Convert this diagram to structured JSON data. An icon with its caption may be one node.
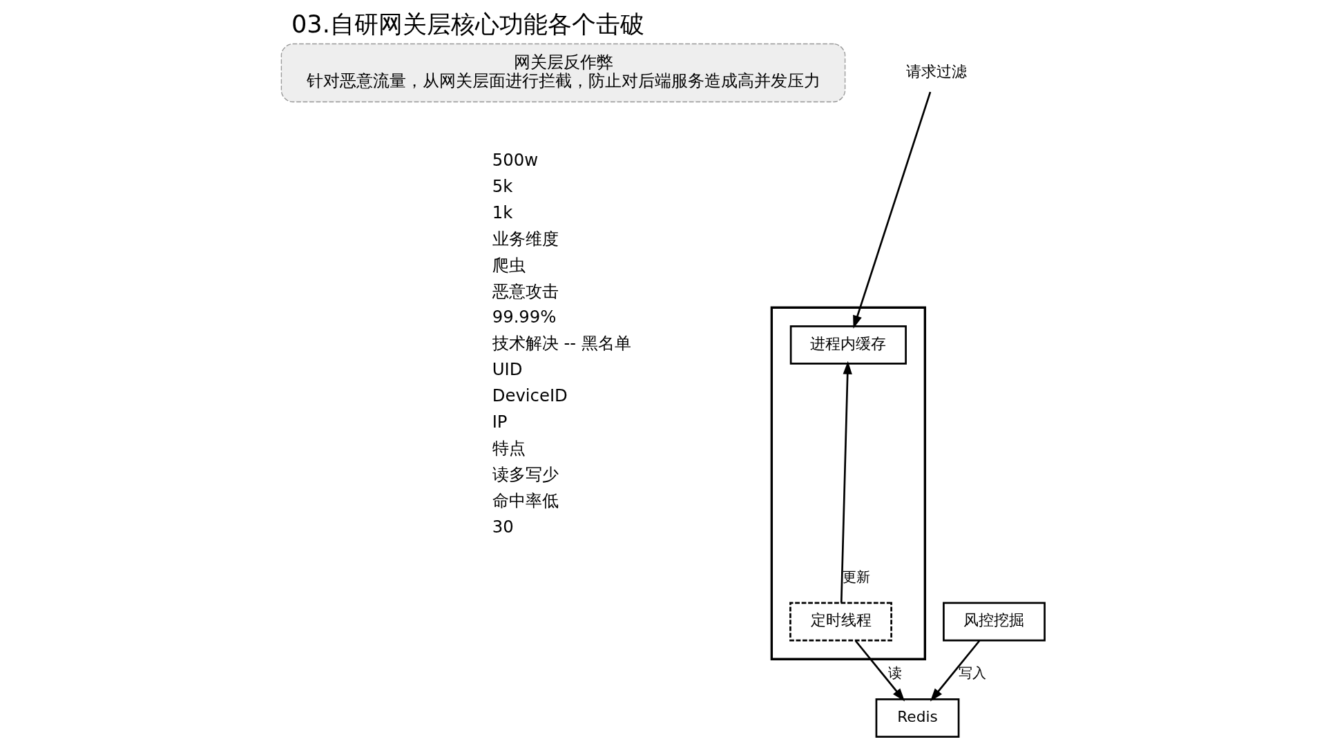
{
  "diagram": {
    "title": "03.自研网关层核心功能各个击破",
    "nodes": [
      {
        "text": [
          "网关层反作弊",
          "针对恶意流量，从网关层面进行拦截，防止对后端服务造成高并发压力"
        ]
      },
      {
        "text": [
          "请求过滤"
        ]
      },
      {
        "text": [],
        "shape": "box"
      },
      {
        "text": [
          "进程内缓存"
        ],
        "in": 2
      },
      {
        "text": [
          "定时线程"
        ],
        "in": 2
      },
      {
        "text": [
          "风控挖掘"
        ]
      },
      {
        "text": [
          "Redis"
        ]
      }
    ],
    "edges": [
      {
        "from": 1,
        "to": 3,
        "arrow": "to"
      },
      {
        "from": 4,
        "to": 3,
        "arrow": "to",
        "label": "更新"
      },
      {
        "from": 5,
        "to": 6,
        "arrow": "to",
        "label": "写入"
      },
      {
        "from": 4,
        "to": 6,
        "arrow": "to",
        "label": "读"
      }
    ],
    "labels": [
      "500w",
      "5k",
      "1k",
      "业务维度",
      "爬虫",
      "恶意攻击",
      "99.99%",
      "技术解决 -- 黑名单",
      "UID",
      "DeviceID",
      "IP",
      "特点",
      "读多写少",
      "命中率低",
      "30"
    ]
  }
}
